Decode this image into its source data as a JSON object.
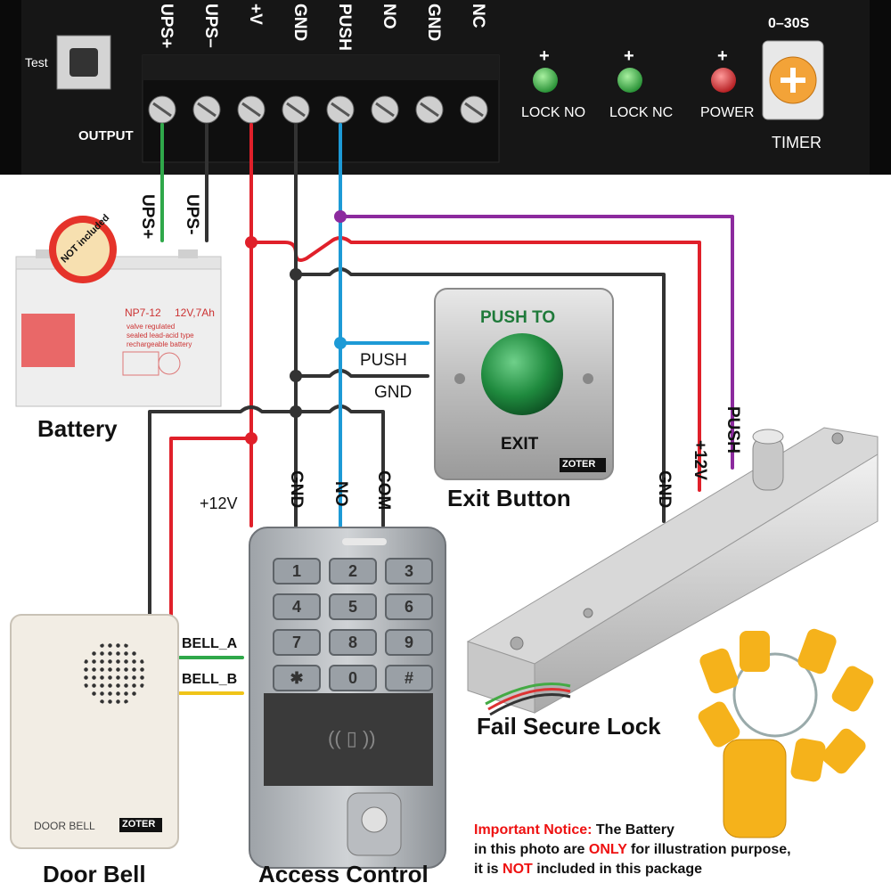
{
  "controller": {
    "terminals": [
      "UPS+",
      "UPS–",
      "+V",
      "GND",
      "PUSH",
      "NO",
      "GND",
      "NC"
    ],
    "test_label": "Test",
    "output_label": "OUTPUT",
    "leds": [
      {
        "label": "LOCK NO",
        "color": "#2fa84a",
        "sign": "+"
      },
      {
        "label": "LOCK NC",
        "color": "#2fa84a",
        "sign": "+"
      },
      {
        "label": "POWER",
        "color": "#d62828",
        "sign": "+"
      }
    ],
    "timer_range": "0–30S",
    "timer_label": "TIMER"
  },
  "battery": {
    "label": "Battery",
    "badge": "NOT included",
    "model": "NP7-12",
    "rating": "12V,7Ah",
    "desc_lines": [
      "valve regulated",
      "sealed lead-acid type",
      "rechargeable battery"
    ],
    "ups_plus": "UPS+",
    "ups_minus": "UPS-"
  },
  "exit_button": {
    "label": "Exit Button",
    "top_text": "PUSH TO",
    "bottom_text": "EXIT",
    "brand": "ZOTER",
    "push_wire": "PUSH",
    "gnd_wire": "GND"
  },
  "access_control": {
    "label": "Access Control",
    "keys": [
      "1",
      "2",
      "3",
      "4",
      "5",
      "6",
      "7",
      "8",
      "9",
      "✱",
      "0",
      "#"
    ],
    "wire_labels": [
      "+12V",
      "GND",
      "NO",
      "COM"
    ],
    "bell_a": "BELL_A",
    "bell_b": "BELL_B"
  },
  "lock": {
    "label": "Fail Secure Lock",
    "wire_labels": [
      "GND",
      "+12V",
      "PUSH"
    ]
  },
  "door_bell": {
    "label": "Door Bell",
    "text": "DOOR BELL",
    "brand": "ZOTER"
  },
  "notice": {
    "title": "Important Notice:",
    "line1_rest": " The Battery",
    "line2_a": "in this photo are ",
    "line2_only": "ONLY",
    "line2_b": " for illustration purpose,",
    "line3_a": "it is ",
    "line3_not": "NOT",
    "line3_b": " included in this package"
  },
  "colors": {
    "red_wire": "#e0202a",
    "black_wire": "#333333",
    "blue_wire": "#1d9ad6",
    "purple_wire": "#8c2a9e",
    "green_wire": "#2fa84a",
    "yellow_wire": "#f0c419",
    "notice_red": "#e11111"
  }
}
